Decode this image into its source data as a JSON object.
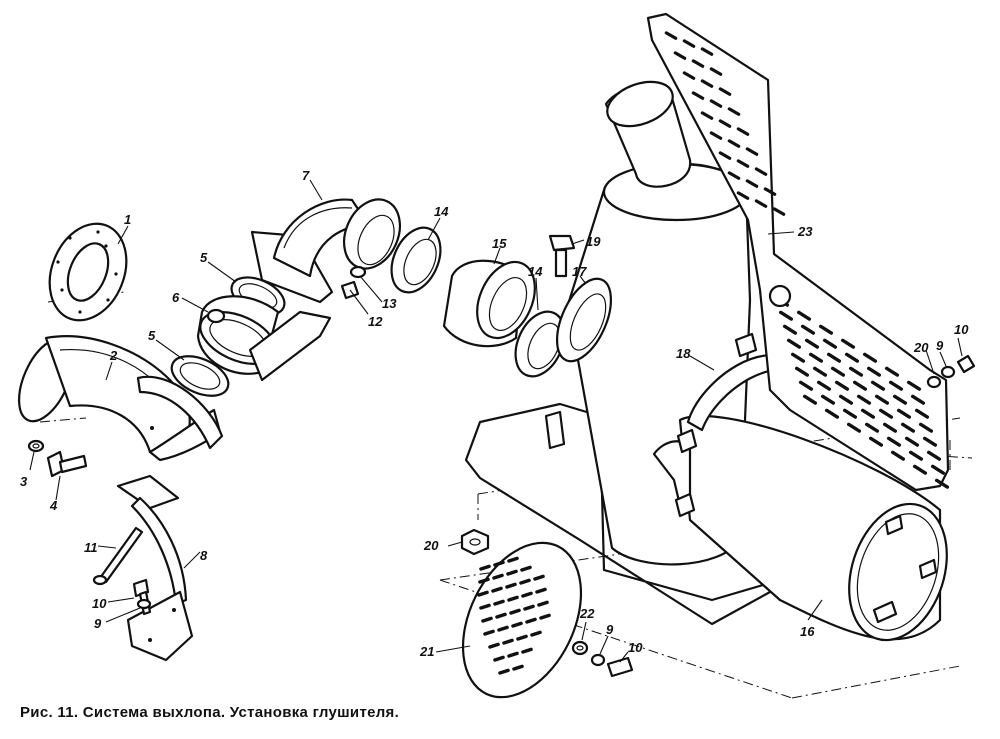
{
  "caption": "Рис. 11. Система выхлопа. Установка глушителя.",
  "labels": {
    "l1": "1",
    "l2": "2",
    "l3": "3",
    "l4": "4",
    "l5a": "5",
    "l5b": "5",
    "l6": "6",
    "l7": "7",
    "l8": "8",
    "l9a": "9",
    "l9b": "9",
    "l9c": "9",
    "l10a": "10",
    "l10b": "10",
    "l10c": "10",
    "l11": "11",
    "l12": "12",
    "l13": "13",
    "l14a": "14",
    "l14b": "14",
    "l15": "15",
    "l16": "16",
    "l17": "17",
    "l18": "18",
    "l19": "19",
    "l20a": "20",
    "l20b": "20",
    "l21": "21",
    "l22": "22",
    "l23": "23"
  }
}
